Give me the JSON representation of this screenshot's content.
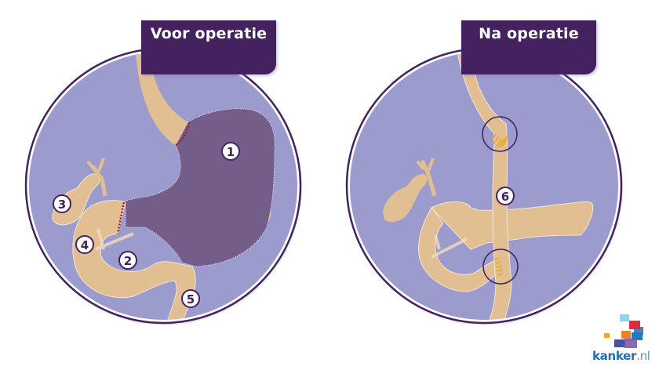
{
  "panels": [
    {
      "title": "Voor operatie",
      "labels": [
        {
          "id": "1",
          "text": "1"
        },
        {
          "id": "2",
          "text": "2"
        },
        {
          "id": "3",
          "text": "3"
        },
        {
          "id": "4",
          "text": "4"
        },
        {
          "id": "5",
          "text": "5"
        }
      ]
    },
    {
      "title": "Na operatie",
      "labels": [
        {
          "id": "6",
          "text": "6"
        }
      ]
    }
  ],
  "logo": {
    "brand": "kanker",
    "tld": ".nl"
  },
  "colors": {
    "title_bg": "#44215f",
    "circle_fill": "#9c9bcd",
    "circle_stroke": "#44215f",
    "organ": "#e2bf93",
    "stomach": "#745d88",
    "staples": "#f0a51e",
    "cut_line": "#a01c2c"
  }
}
